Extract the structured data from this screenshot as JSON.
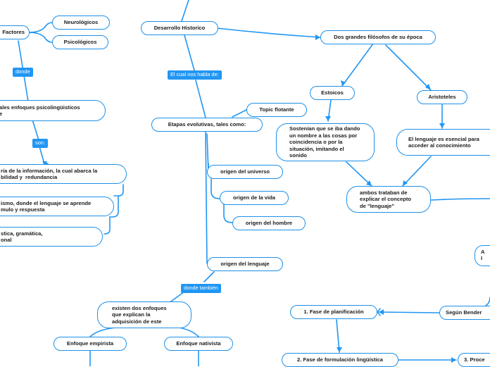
{
  "nodes": {
    "factores": "Factores",
    "neurologicos": "Neurológicos",
    "psicologicos": "Psicológicos",
    "desarrollo_historico": "Desarrollo Historico",
    "dos_grandes": "Dos grandes filósofos de su época",
    "estoicos": "Estoicos",
    "aristoteles": "Aristoteles",
    "enfoques_psico": "ales enfoques psicolingüisticos\ne",
    "topic_flotante": "Topic flotante",
    "etapas": "Etapas evolutivas, tales como:",
    "sostenian": "Sostenían que se iba dando un nombre a las cosas por coincidencia o por la situación, imitando el sonido",
    "lenguaje_esencial": "El lenguaje es esencial para acceder al conocimiento",
    "informacion": "ría de la información, la cual abarca la\nbilidad y  redundancia",
    "origen_universo": "origen del universo",
    "origen_vida": "origen de la vida",
    "origen_hombre": "origen del hombre",
    "ambos": "ambos trataban de explicar el concepto de \"lenguaje\"",
    "conductismo": "ismo, donde el lenguaje se aprende\nmulo y respuesta",
    "linguistica": "stica, gramática,\nonal",
    "origen_lenguaje": "origen del lenguaje",
    "existen": "existen dos enfoques que explican la adquisición de este",
    "fase_planificacion": "1. Fase de planificación",
    "segun_bender": "Según Bender",
    "enfoque_empirista": "Enfoque empirista",
    "enfoque_nativista": "Enfoque nativista",
    "fase_formulacion": "2. Fase de formulación lingüística",
    "fase3": "3. Proce",
    "edge_right_a": "A",
    "edge_right_b": "I"
  },
  "tags": {
    "donde": "donde",
    "son": "son:",
    "el_cual": "El cual nos habla de:",
    "donde_tambien": "donde también"
  },
  "colors": {
    "line": "#2196f3",
    "border": "#1e90e8",
    "tag_bg": "#2196f3"
  }
}
